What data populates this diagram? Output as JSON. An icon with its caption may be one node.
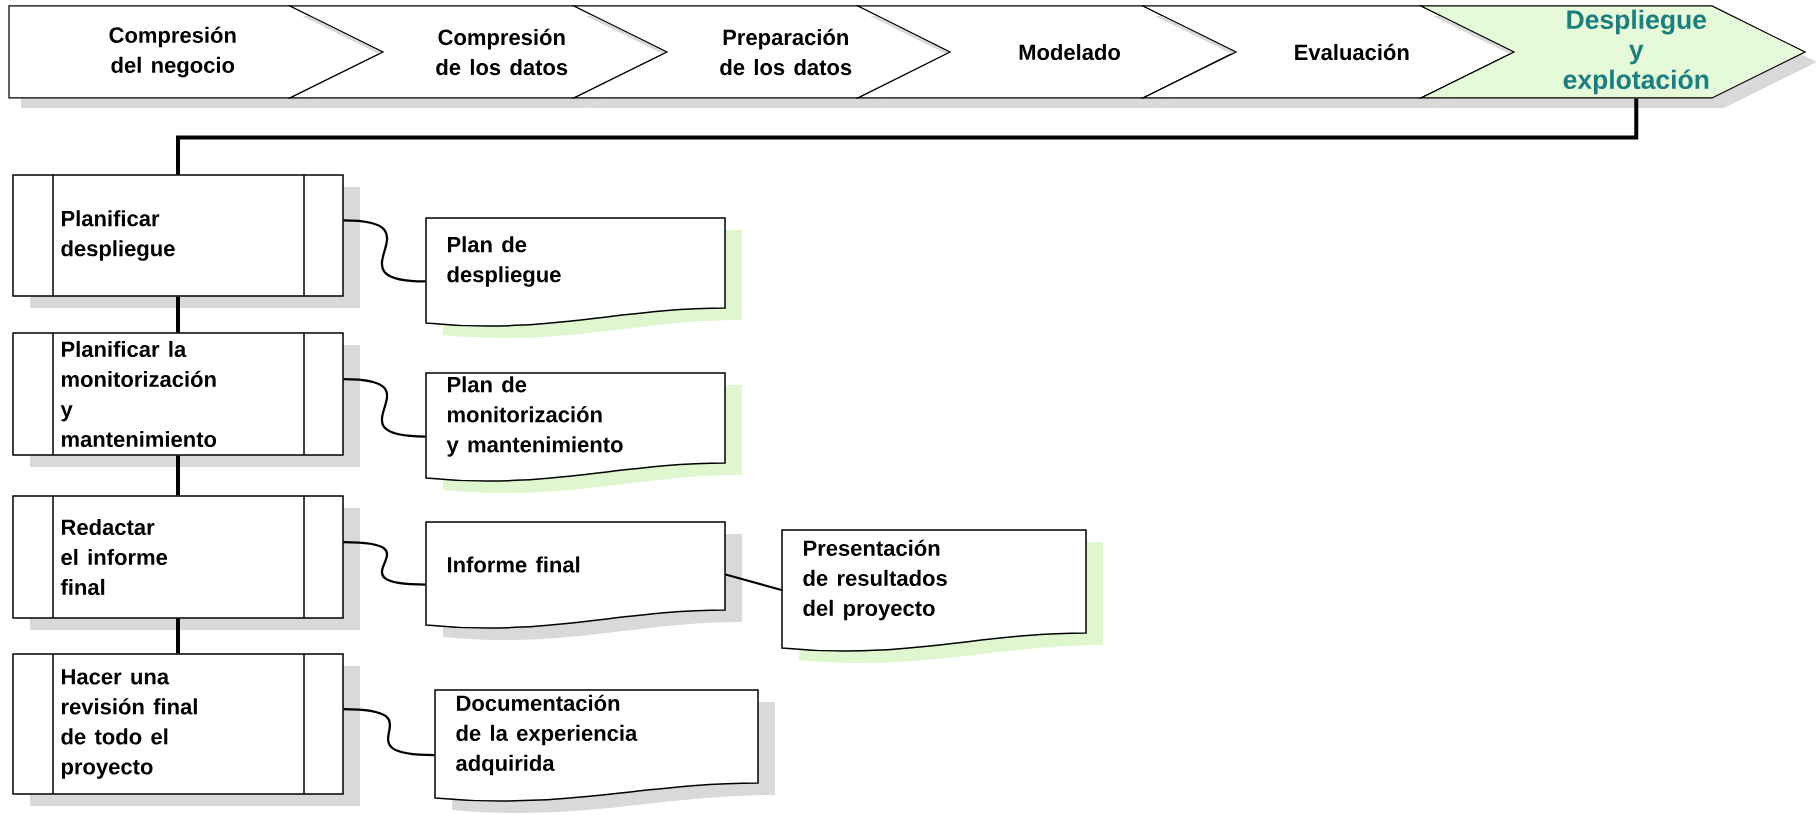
{
  "diagram": {
    "nodes": [
      {
        "text": [
          "Compresión del negocio"
        ]
      },
      {
        "text": [
          "Compresión de los datos"
        ]
      },
      {
        "text": [
          "Preparación de los datos"
        ]
      },
      {
        "text": [
          "Modelado"
        ]
      },
      {
        "text": [
          "Evaluación"
        ]
      },
      {
        "text": [
          "Despliegue y explotación"
        ]
      },
      {
        "text": [
          "Planificar despliegue"
        ]
      },
      {
        "text": [
          "Plan de despliegue"
        ]
      },
      {
        "text": [
          "Planificar la monitorización y mantenimiento"
        ]
      },
      {
        "text": [
          "Plan de monitorización y mantenimiento"
        ]
      },
      {
        "text": [
          "Redactar el informe final"
        ]
      },
      {
        "text": [
          "Informe final"
        ]
      },
      {
        "text": [
          "Presentación de resultados del proyecto"
        ]
      },
      {
        "text": [
          "Hacer una revisión final de todo el proyecto"
        ]
      },
      {
        "text": [
          "Documentación de la experiencia adquirida"
        ]
      }
    ],
    "edges": [
      {
        "from": 5,
        "to": 6,
        "arrow": "none"
      },
      {
        "from": 6,
        "to": 8,
        "arrow": "none"
      },
      {
        "from": 8,
        "to": 10,
        "arrow": "none"
      },
      {
        "from": 10,
        "to": 13,
        "arrow": "none"
      },
      {
        "from": 6,
        "to": 7,
        "arrow": "none"
      },
      {
        "from": 8,
        "to": 9,
        "arrow": "none"
      },
      {
        "from": 10,
        "to": 11,
        "arrow": "none"
      },
      {
        "from": 11,
        "to": 12,
        "arrow": "none"
      },
      {
        "from": 13,
        "to": 14,
        "arrow": "none"
      }
    ]
  }
}
